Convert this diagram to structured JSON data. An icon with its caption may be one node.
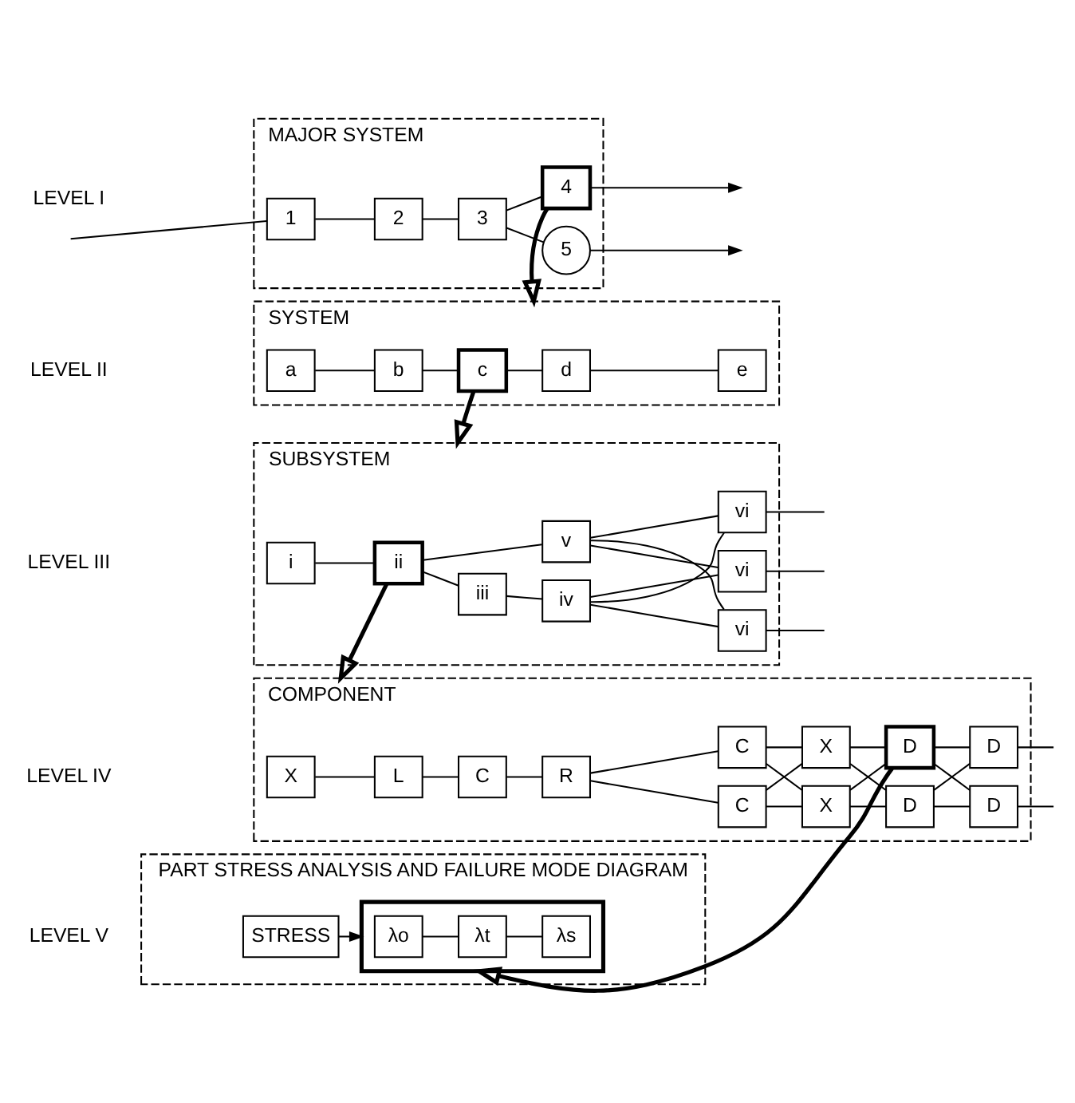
{
  "diagram": {
    "nodes": [
      {
        "text": [
          "MAJOR SYSTEM"
        ]
      },
      {
        "text": [
          "1"
        ],
        "in": 0
      },
      {
        "text": [
          "2"
        ],
        "in": 0
      },
      {
        "text": [
          "3"
        ],
        "in": 0
      },
      {
        "text": [
          "4"
        ],
        "in": 0
      },
      {
        "text": [
          "5"
        ],
        "in": 0
      },
      {
        "text": [
          "SYSTEM"
        ]
      },
      {
        "text": [
          "a"
        ],
        "in": 6
      },
      {
        "text": [
          "b"
        ],
        "in": 6
      },
      {
        "text": [
          "c"
        ],
        "in": 6
      },
      {
        "text": [
          "d"
        ],
        "in": 6
      },
      {
        "text": [
          "e"
        ],
        "in": 6
      },
      {
        "text": [
          "SUBSYSTEM"
        ]
      },
      {
        "text": [
          "i"
        ],
        "in": 12
      },
      {
        "text": [
          "ii"
        ],
        "in": 12
      },
      {
        "text": [
          "iii"
        ],
        "in": 12
      },
      {
        "text": [
          "iv"
        ],
        "in": 12
      },
      {
        "text": [
          "v"
        ],
        "in": 12
      },
      {
        "text": [
          "vi"
        ],
        "in": 12
      },
      {
        "text": [
          "vi"
        ],
        "in": 12
      },
      {
        "text": [
          "vi"
        ],
        "in": 12
      },
      {
        "text": [
          "COMPONENT"
        ]
      },
      {
        "text": [
          "X"
        ],
        "in": 21
      },
      {
        "text": [
          "L"
        ],
        "in": 21
      },
      {
        "text": [
          "C"
        ],
        "in": 21
      },
      {
        "text": [
          "R"
        ],
        "in": 21
      },
      {
        "text": [
          "C"
        ],
        "in": 21
      },
      {
        "text": [
          "C"
        ],
        "in": 21
      },
      {
        "text": [
          "X"
        ],
        "in": 21
      },
      {
        "text": [
          "X"
        ],
        "in": 21
      },
      {
        "text": [
          "D"
        ],
        "in": 21
      },
      {
        "text": [
          "D"
        ],
        "in": 21
      },
      {
        "text": [
          "D"
        ],
        "in": 21
      },
      {
        "text": [
          "D"
        ],
        "in": 21
      },
      {
        "text": [
          "PART STRESS ANALYSIS AND FAILURE MODE DIAGRAM"
        ]
      },
      {
        "text": [],
        "shape": "box",
        "in": 34
      },
      {
        "text": [
          "λo"
        ],
        "in": 35
      },
      {
        "text": [
          "λt"
        ],
        "in": 35
      },
      {
        "text": [
          "λs"
        ],
        "in": 35
      },
      {
        "text": [
          "STRESS"
        ],
        "in": 34
      }
    ],
    "edges": [
      {
        "from": null,
        "to": 1,
        "arrow": "none"
      },
      {
        "from": 1,
        "to": 2,
        "arrow": "none"
      },
      {
        "from": 2,
        "to": 3,
        "arrow": "none"
      },
      {
        "from": 3,
        "to": 4,
        "arrow": "none"
      },
      {
        "from": 4,
        "to": null,
        "arrow": "to"
      },
      {
        "from": 3,
        "to": 5,
        "arrow": "none"
      },
      {
        "from": 5,
        "to": null,
        "arrow": "to"
      },
      {
        "from": 4,
        "to": 6,
        "arrow": "to",
        "style": "thick"
      },
      {
        "from": 7,
        "to": 8,
        "arrow": "none"
      },
      {
        "from": 8,
        "to": 9,
        "arrow": "none"
      },
      {
        "from": 9,
        "to": 10,
        "arrow": "none"
      },
      {
        "from": 10,
        "to": 11,
        "arrow": "none"
      },
      {
        "from": 9,
        "to": 12,
        "arrow": "to",
        "style": "thick"
      },
      {
        "from": 13,
        "to": 14,
        "arrow": "none"
      },
      {
        "from": 14,
        "to": 15,
        "arrow": "none"
      },
      {
        "from": 14,
        "to": 17,
        "arrow": "none"
      },
      {
        "from": 15,
        "to": 16,
        "arrow": "none"
      },
      {
        "from": 16,
        "to": 18,
        "arrow": "none"
      },
      {
        "from": 16,
        "to": 19,
        "arrow": "none"
      },
      {
        "from": 16,
        "to": 20,
        "arrow": "none"
      },
      {
        "from": 17,
        "to": 18,
        "arrow": "none"
      },
      {
        "from": 17,
        "to": 19,
        "arrow": "none"
      },
      {
        "from": 17,
        "to": 20,
        "arrow": "none"
      },
      {
        "from": 18,
        "to": null,
        "arrow": "none"
      },
      {
        "from": 19,
        "to": null,
        "arrow": "none"
      },
      {
        "from": 20,
        "to": null,
        "arrow": "none"
      },
      {
        "from": 14,
        "to": 21,
        "arrow": "to",
        "style": "thick"
      },
      {
        "from": 22,
        "to": 23,
        "arrow": "none"
      },
      {
        "from": 23,
        "to": 24,
        "arrow": "none"
      },
      {
        "from": 24,
        "to": 25,
        "arrow": "none"
      },
      {
        "from": 25,
        "to": 26,
        "arrow": "none"
      },
      {
        "from": 25,
        "to": 27,
        "arrow": "none"
      },
      {
        "from": 26,
        "to": 28,
        "arrow": "none"
      },
      {
        "from": 26,
        "to": 29,
        "arrow": "none"
      },
      {
        "from": 27,
        "to": 28,
        "arrow": "none"
      },
      {
        "from": 27,
        "to": 29,
        "arrow": "none"
      },
      {
        "from": 28,
        "to": 30,
        "arrow": "none"
      },
      {
        "from": 28,
        "to": 31,
        "arrow": "none"
      },
      {
        "from": 29,
        "to": 30,
        "arrow": "none"
      },
      {
        "from": 29,
        "to": 31,
        "arrow": "none"
      },
      {
        "from": 30,
        "to": 32,
        "arrow": "none"
      },
      {
        "from": 30,
        "to": 33,
        "arrow": "none"
      },
      {
        "from": 31,
        "to": 32,
        "arrow": "none"
      },
      {
        "from": 31,
        "to": 33,
        "arrow": "none"
      },
      {
        "from": 32,
        "to": null,
        "arrow": "none"
      },
      {
        "from": 33,
        "to": null,
        "arrow": "none"
      },
      {
        "from": 31,
        "to": 35,
        "arrow": "to",
        "style": "thick"
      },
      {
        "from": 36,
        "to": 37,
        "arrow": "none"
      },
      {
        "from": 37,
        "to": 38,
        "arrow": "none"
      },
      {
        "from": 39,
        "to": 35,
        "arrow": "to"
      }
    ],
    "labels": [
      "LEVEL I",
      "LEVEL II",
      "LEVEL III",
      "LEVEL IV",
      "LEVEL V"
    ]
  }
}
